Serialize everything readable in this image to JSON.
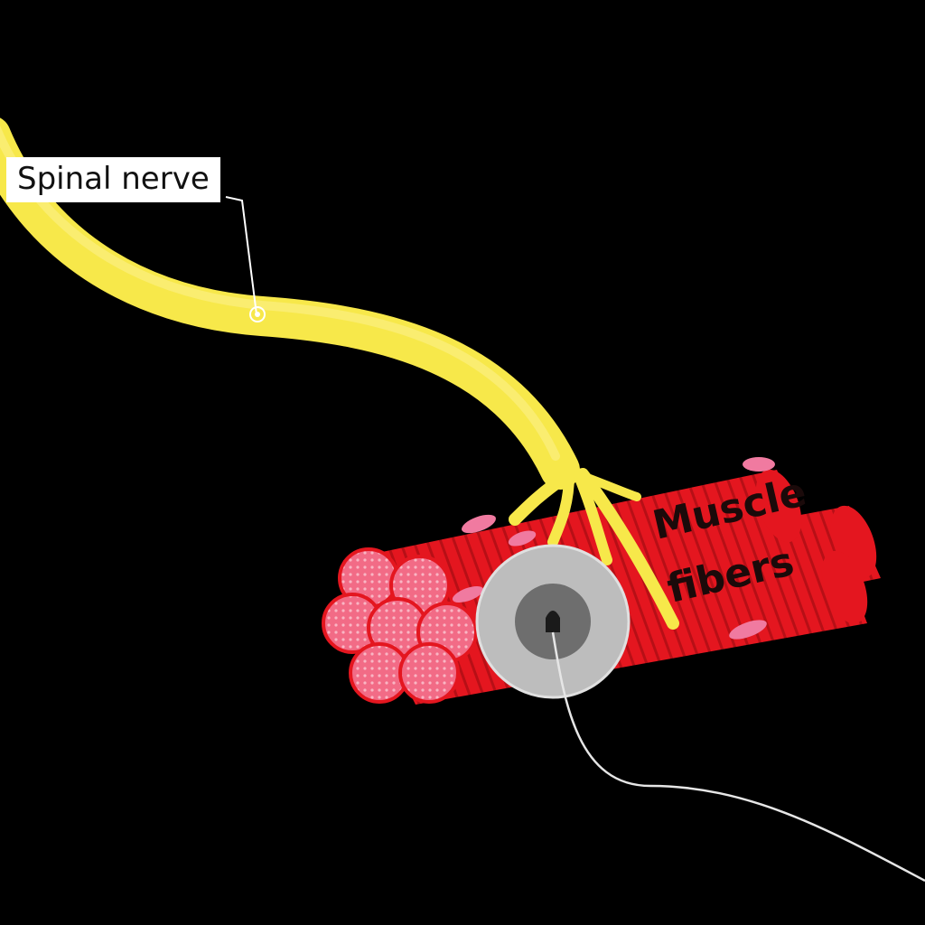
{
  "labels": {
    "spinal_nerve": "Spinal nerve",
    "muscle_line1": "Muscle",
    "muscle_line2": "fibers"
  },
  "colors": {
    "background": "#000000",
    "nerve": "#f7e84a",
    "nerve_highlight": "#fbf08a",
    "muscle": "#e4161f",
    "muscle_dark": "#b70f16",
    "fascicle": "#f26b86",
    "nucleus": "#f07aa0",
    "electrode_outer": "#bdbdbd",
    "electrode_mid": "#6e6e6e",
    "electrode_core": "#1a1a1a",
    "wire": "#e6e6e6"
  }
}
